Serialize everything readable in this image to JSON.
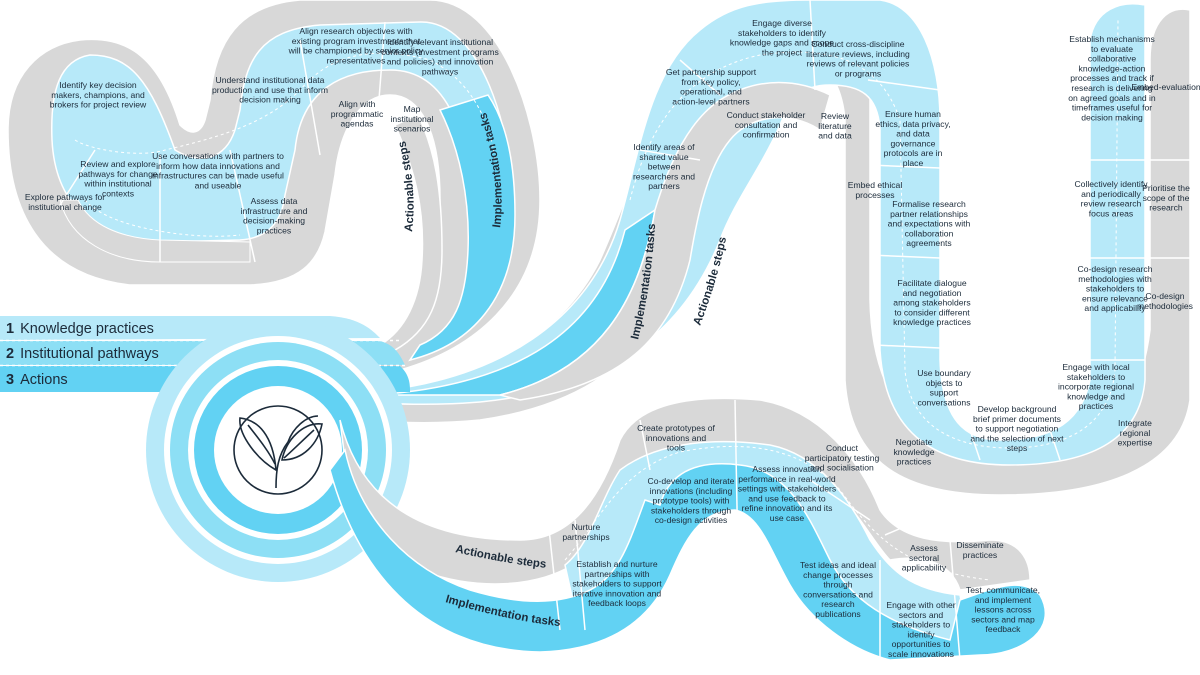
{
  "legend": [
    {
      "num": "1",
      "text": "Knowledge practices"
    },
    {
      "num": "2",
      "text": "Institutional pathways"
    },
    {
      "num": "3",
      "text": "Actions"
    }
  ],
  "colors": {
    "light": "#b7e9f9",
    "mid": "#62d2f3",
    "grey": "#d8d8d8",
    "ink": "#1c2b3a"
  },
  "headings": {
    "actionable": "Actionable steps",
    "implementation": "Implementation tasks"
  },
  "icon": "sprout-leaves-icon",
  "s1": {
    "impl": [
      "Identify key decision makers, champions, and brokers for project review",
      "Review and explore pathways for change within institutional contexts",
      "Use conversations with partners to inform how data innovations and infrastructures can be made useful and useable",
      "Understand institutional data production and use that inform decision making",
      "Align research objectives with existing program investments that will be championed by senior policy representatives",
      "Identify relevant institutional contexts (investment programs and policies) and innovation pathways"
    ],
    "steps": [
      "Explore pathways for institutional change",
      "Assess data infrastructure and decision-making practices",
      "Align with programmatic agendas",
      "Map institutional scenarios"
    ]
  },
  "s2": {
    "impl": [
      "Identify areas of shared value between researchers and partners",
      "Get partnership support from key policy, operational, and action-level partners",
      "Engage diverse stakeholders to identify knowledge gaps and scope the project",
      "Conduct cross-discipline literature reviews, including reviews of relevant policies or programs",
      "Ensure human ethics, data privacy, and data governance protocols are in place",
      "Formalise research partner relationships and expectations with collaboration agreements",
      "Facilitate dialogue and negotiation among stakeholders to consider different knowledge practices",
      "Use boundary objects to support conversations",
      "Develop background brief primer documents to support negotiation and the selection of next steps",
      "Engage with local stakeholders to incorporate regional knowledge and practices",
      "Co-design research methodologies with stakeholders to ensure relevance and applicability",
      "Collectively identify and periodically review research focus areas",
      "Establish mechanisms to evaluate collaborative knowledge-action processes and track if research is delivering on agreed goals and in timeframes useful for decision making"
    ],
    "steps": [
      "Conduct stakeholder consultation and confirmation",
      "Review literature and data",
      "Embed ethical processes",
      "Negotiate knowledge practices",
      "Integrate regional expertise",
      "Co-design methodologies",
      "Prioritise the scope of the research",
      "Embed-evaluation"
    ]
  },
  "s3": {
    "impl": [
      "Establish and nurture partnerships with stakeholders to support iterative innovation and feedback loops",
      "Co-develop and iterate innovations (including prototype tools) with stakeholders through co-design activities",
      "Assess innovation performance in real-world settings with stakeholders and use feedback to refine innovation and its use case",
      "Test ideas and ideal change processes through conversations and research publications",
      "Engage with other sectors and stakeholders to identify opportunities to scale innovations",
      "Test, communicate, and implement lessons across sectors and map feedback"
    ],
    "steps": [
      "Nurture partnerships",
      "Create prototypes of innovations and tools",
      "Conduct participatory testing and socialisation",
      "Assess sectoral applicability",
      "Disseminate practices"
    ]
  }
}
